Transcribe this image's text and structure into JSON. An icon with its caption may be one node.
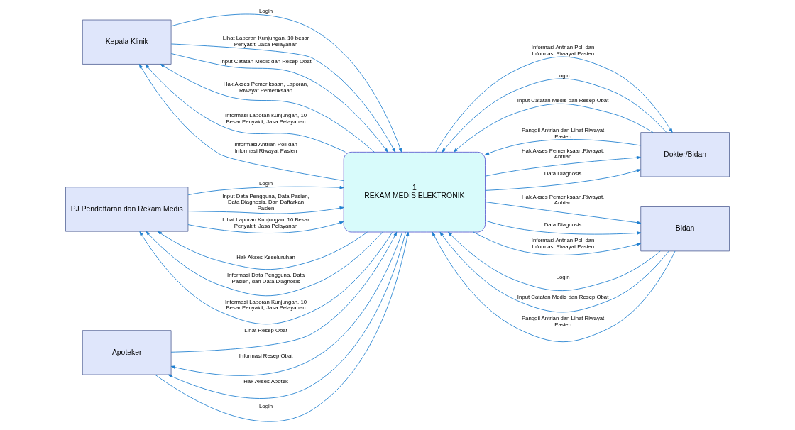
{
  "diagram": {
    "nodes": [
      {
        "text": [
          "Kepala Klinik"
        ]
      },
      {
        "text": [
          "Dokter/Bidan"
        ]
      },
      {
        "text": [
          "PJ Pendaftaran dan Rekam Medis"
        ]
      },
      {
        "text": [
          "1",
          "REKAM MEDIS ELEKTRONIK"
        ]
      },
      {
        "text": [
          "Bidan"
        ]
      },
      {
        "text": [
          "Apoteker"
        ]
      }
    ],
    "edges": [
      {
        "from": 0,
        "to": 3,
        "arrow": "to",
        "label": "Login"
      },
      {
        "from": 3,
        "to": 0,
        "arrow": "to",
        "label": "Hak Akses Pemeriksaan, Laporan, Riwayat Pemeriksaan"
      },
      {
        "from": 0,
        "to": 3,
        "arrow": "to",
        "label": "Lihat Laporan Kunjungan, 10 besar Penyakit, Jasa Pelayanan"
      },
      {
        "from": 3,
        "to": 0,
        "arrow": "to",
        "label": "Informasi Laporan Kunjungan, 10 Besar Penyakit, Jasa Pelayanan"
      },
      {
        "from": 0,
        "to": 3,
        "arrow": "to",
        "label": "Input Catatan Medis dan Resep Obat"
      },
      {
        "from": 3,
        "to": 0,
        "arrow": "to",
        "label": "Informasi Antrian Poli dan Informasi Riwayat Pasien"
      },
      {
        "from": 1,
        "to": 3,
        "arrow": "to",
        "label": "Login"
      },
      {
        "from": 3,
        "to": 1,
        "arrow": "to",
        "label": "Hak Akses Pemeriksaan,Riwayat, Antrian"
      },
      {
        "from": 1,
        "to": 3,
        "arrow": "to",
        "label": "Input Catatan Medis dan Resep Obat"
      },
      {
        "from": 3,
        "to": 1,
        "arrow": "to",
        "label": "Data Diagnosis"
      },
      {
        "from": 1,
        "to": 3,
        "arrow": "to",
        "label": "Panggil Antrian dan Lihat Riwayat Pasien"
      },
      {
        "from": 3,
        "to": 1,
        "arrow": "to",
        "label": "Informasi Antrian Poli dan Informasi Riwayat Pasien"
      },
      {
        "from": 2,
        "to": 3,
        "arrow": "to",
        "label": "Login"
      },
      {
        "from": 3,
        "to": 2,
        "arrow": "to",
        "label": "Hak Akses Keseluruhan"
      },
      {
        "from": 2,
        "to": 3,
        "arrow": "to",
        "label": "Input Data Pengguna, Data Pasien, Data Diagnosis, Dan Daftarkan Pasien"
      },
      {
        "from": 3,
        "to": 2,
        "arrow": "to",
        "label": "Informasi Data Pengguna, Data Pasien, dan Data Diagnosis"
      },
      {
        "from": 2,
        "to": 3,
        "arrow": "to",
        "label": "Lihat Laporan Kunjungan, 10 Besar Penyakit, Jasa Pelayanan"
      },
      {
        "from": 3,
        "to": 2,
        "arrow": "to",
        "label": "Informasi Laporan Kunjungan, 10 Besar Penyakit, Jasa Pelayanan"
      },
      {
        "from": 4,
        "to": 3,
        "arrow": "to",
        "label": "Login"
      },
      {
        "from": 3,
        "to": 4,
        "arrow": "to",
        "label": "Hak Akses Pemeriksaan,Riwayat, Antrian"
      },
      {
        "from": 4,
        "to": 3,
        "arrow": "to",
        "label": "Input Catatan Medis dan Resep Obat"
      },
      {
        "from": 3,
        "to": 4,
        "arrow": "to",
        "label": "Data Diagnosis"
      },
      {
        "from": 4,
        "to": 3,
        "arrow": "to",
        "label": "Panggil Antrian dan Lihat Riwayat Pasien"
      },
      {
        "from": 3,
        "to": 4,
        "arrow": "to",
        "label": "Informasi Antrian Poli dan Informasi Riwayat Pasien"
      },
      {
        "from": 5,
        "to": 3,
        "arrow": "to",
        "label": "Lihat Resep Obat"
      },
      {
        "from": 3,
        "to": 5,
        "arrow": "to",
        "label": "Informasi Resep Obat"
      },
      {
        "from": 5,
        "to": 3,
        "arrow": "to",
        "label": "Login"
      },
      {
        "from": 3,
        "to": 5,
        "arrow": "to",
        "label": "Hak Akses Apotek"
      }
    ]
  }
}
